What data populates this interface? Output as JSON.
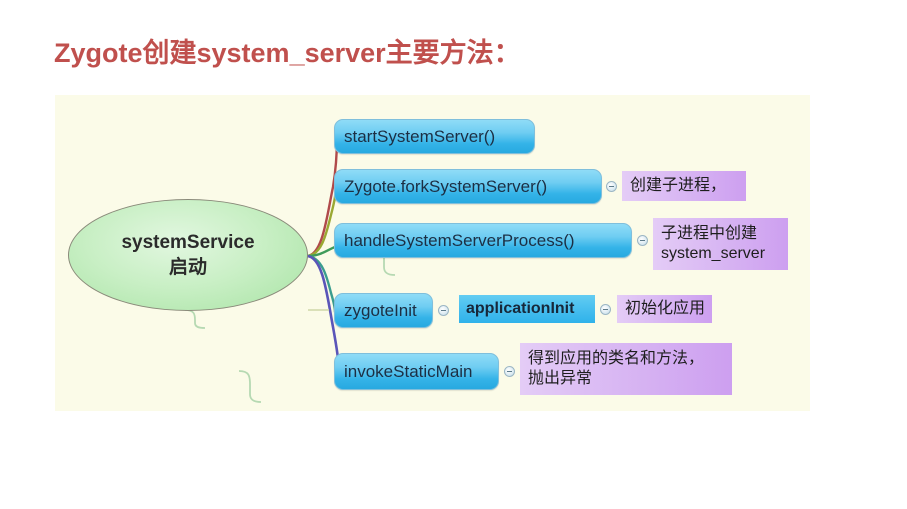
{
  "slide": {
    "title": "Zygote创建system_server主要方法："
  },
  "colors": {
    "title_red": "#c0504d",
    "panel_background": "#fbfbe8",
    "node_green_light": "#e2f7e0",
    "node_green_dark": "#a8e3a4",
    "box_blue_light": "#8fdcf7",
    "box_blue_dark": "#27a9e0",
    "annotation_purple_light": "#e4ccf6",
    "annotation_purple_dark": "#cd9ff0"
  },
  "mindmap": {
    "root": {
      "line1": "systemService",
      "line2": "启动"
    },
    "branches": [
      {
        "id": "start-system-server",
        "label": "startSystemServer()",
        "branch_color": "#b04a4a",
        "annotation": null,
        "has_toggle": false
      },
      {
        "id": "zygote-fork-system-server",
        "label": "Zygote.forkSystemServer()",
        "branch_color": "#9aa832",
        "has_toggle": true,
        "annotation": {
          "lines": [
            "创建子进程，"
          ]
        }
      },
      {
        "id": "handle-system-server-process",
        "label": "handleSystemServerProcess()",
        "branch_color": "#3f9b5a",
        "has_toggle": true,
        "annotation": {
          "lines": [
            "子进程中创建",
            "system_server"
          ]
        }
      },
      {
        "id": "zygote-init",
        "label": "zygoteInit",
        "branch_color": "#3b9d8e",
        "has_toggle": true,
        "child": {
          "id": "application-init",
          "label": "applicationInit",
          "has_toggle": true,
          "annotation": {
            "lines": [
              "初始化应用"
            ]
          }
        },
        "annotation": null
      },
      {
        "id": "invoke-static-main",
        "label": "invokeStaticMain",
        "branch_color": "#5a55b8",
        "has_toggle": true,
        "annotation": {
          "lines": [
            "得到应用的类名和方法，",
            "抛出异常"
          ]
        }
      }
    ]
  }
}
